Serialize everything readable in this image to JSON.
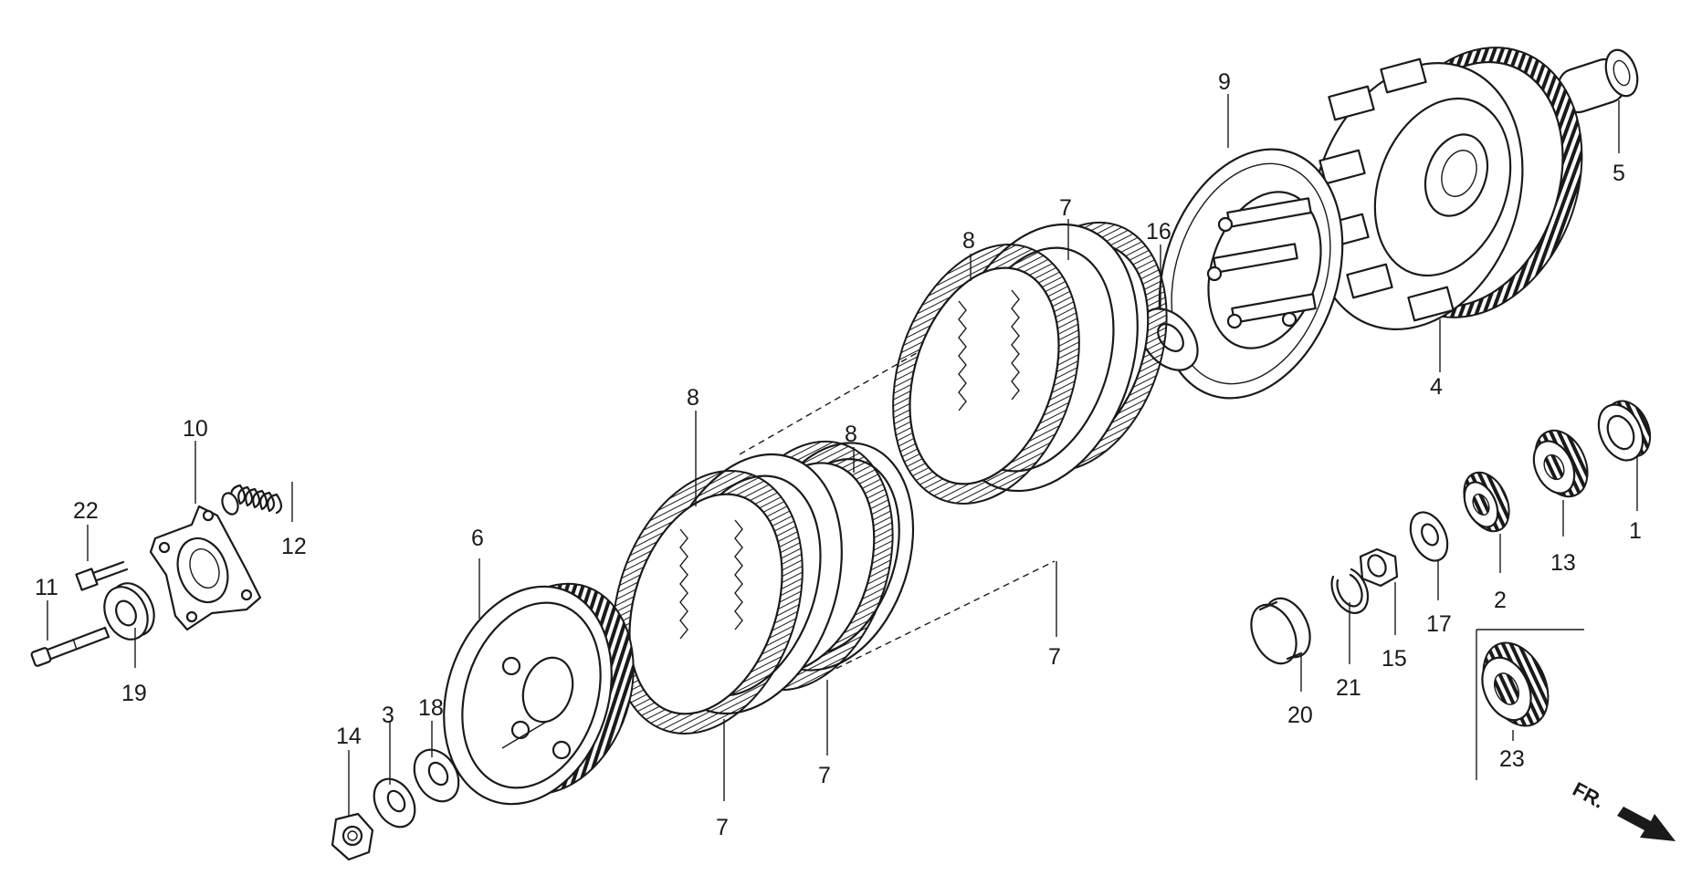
{
  "labels": [
    "1",
    "2",
    "3",
    "4",
    "5",
    "6",
    "7",
    "8",
    "9",
    "10",
    "11",
    "12",
    "13",
    "14",
    "15",
    "16",
    "17",
    "18",
    "19",
    "20",
    "21",
    "22",
    "23"
  ],
  "front_marker": "FR."
}
